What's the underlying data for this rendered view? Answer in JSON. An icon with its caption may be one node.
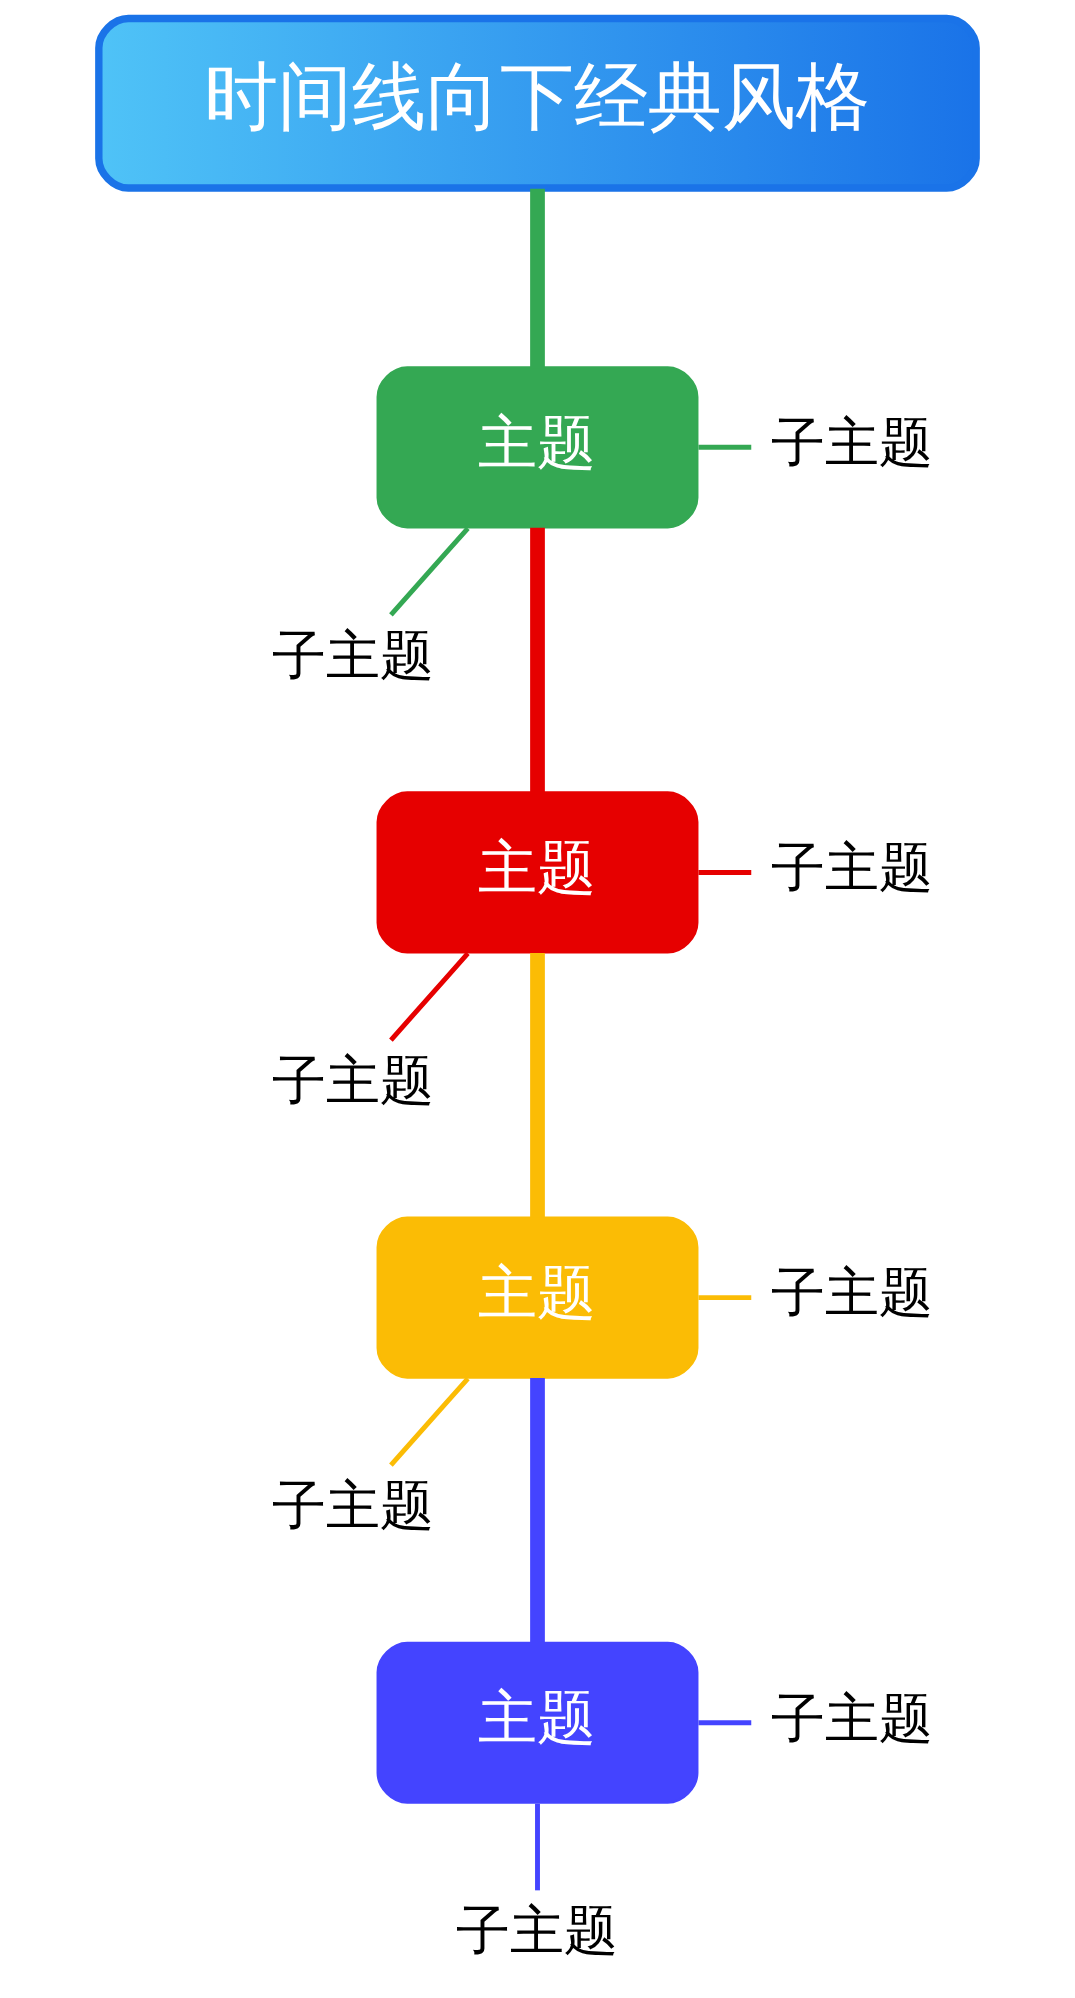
{
  "diagram": {
    "nodes": [
      {
        "text": [
          "时间线向下经典风格"
        ]
      },
      {
        "text": [
          "主题"
        ]
      },
      {
        "text": [
          "子主题"
        ]
      },
      {
        "text": [
          "子主题"
        ]
      },
      {
        "text": [
          "主题"
        ]
      },
      {
        "text": [
          "子主题"
        ]
      },
      {
        "text": [
          "子主题"
        ]
      },
      {
        "text": [
          "主题"
        ]
      },
      {
        "text": [
          "子主题"
        ]
      },
      {
        "text": [
          "子主题"
        ]
      },
      {
        "text": [
          "主题"
        ]
      },
      {
        "text": [
          "子主题"
        ]
      },
      {
        "text": [
          "子主题"
        ]
      }
    ],
    "edges": [
      {
        "from": 0,
        "to": 1,
        "arrow": "none",
        "style": "thick",
        "color": "#34a853"
      },
      {
        "from": 1,
        "to": 2,
        "arrow": "none",
        "color": "#34a853"
      },
      {
        "from": 1,
        "to": 3,
        "arrow": "none",
        "color": "#34a853"
      },
      {
        "from": 1,
        "to": 4,
        "arrow": "none",
        "style": "thick",
        "color": "#e60000"
      },
      {
        "from": 4,
        "to": 5,
        "arrow": "none",
        "color": "#e60000"
      },
      {
        "from": 4,
        "to": 6,
        "arrow": "none",
        "color": "#e60000"
      },
      {
        "from": 4,
        "to": 7,
        "arrow": "none",
        "style": "thick",
        "color": "#fbbc05"
      },
      {
        "from": 7,
        "to": 8,
        "arrow": "none",
        "color": "#fbbc05"
      },
      {
        "from": 7,
        "to": 9,
        "arrow": "none",
        "color": "#fbbc05"
      },
      {
        "from": 7,
        "to": 10,
        "arrow": "none",
        "style": "thick",
        "color": "#4444ff"
      },
      {
        "from": 10,
        "to": 11,
        "arrow": "none",
        "color": "#4444ff"
      },
      {
        "from": 10,
        "to": 12,
        "arrow": "none",
        "color": "#4444ff"
      }
    ]
  }
}
